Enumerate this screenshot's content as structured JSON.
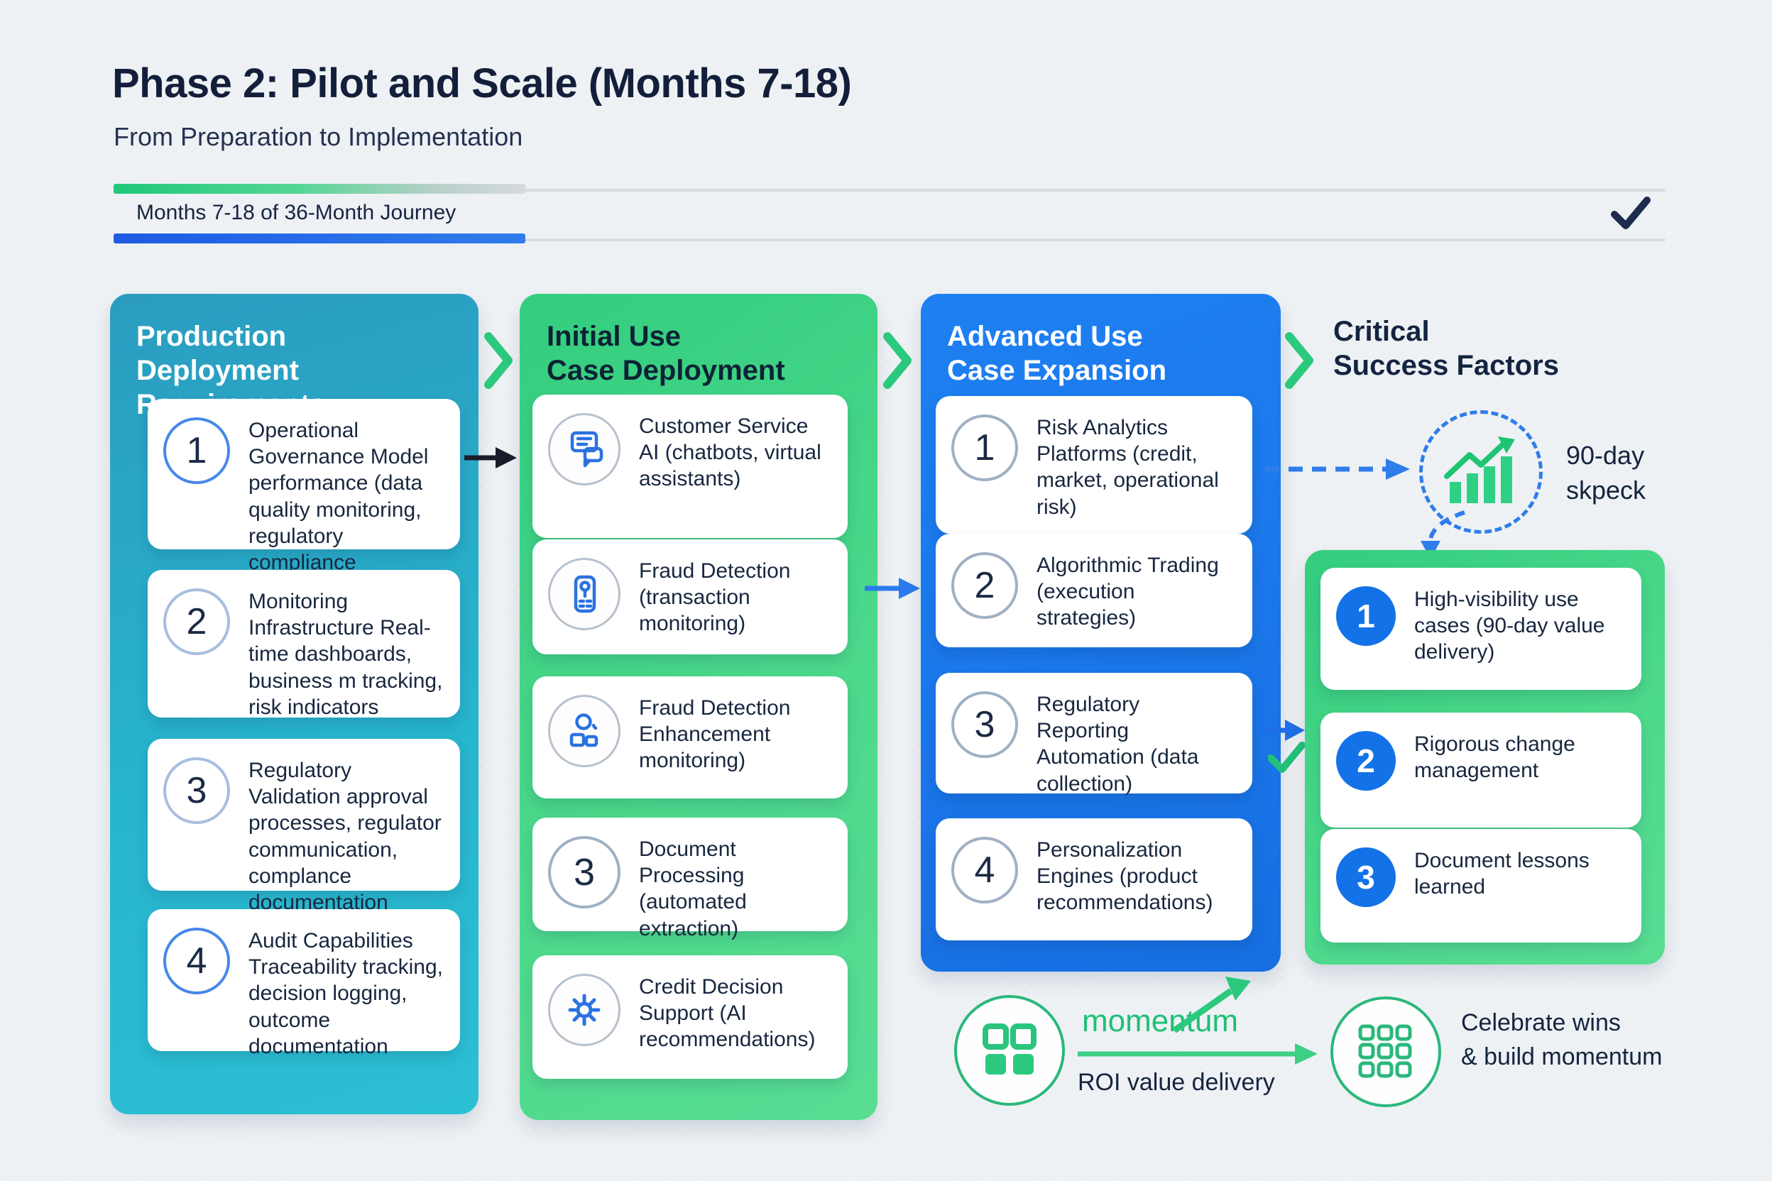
{
  "page": {
    "title": "Phase 2: Pilot and Scale (Months 7-18)",
    "subtitle": "From Preparation to Implementation"
  },
  "progress": {
    "label": "Months 7-18 of 36-Month Journey"
  },
  "columns": [
    {
      "title": "Production\nDeployment Requirements",
      "cards": [
        {
          "number": "1",
          "text": "Operational Governance Model performance (data quality monitoring, regulatory compliance"
        },
        {
          "number": "2",
          "text": "Monitoring Infrastructure Real-time dashboards, business m tracking, risk indicators"
        },
        {
          "number": "3",
          "text": "Regulatory Validation approval processes, regulator communication, complance documentation"
        },
        {
          "number": "4",
          "text": "Audit Capabilities Traceability tracking, decision logging, outcome documentation"
        }
      ]
    },
    {
      "title": "Initial Use\nCase Deployment",
      "cards": [
        {
          "icon": "chat-devices-icon",
          "text": "Customer Service AI (chatbots, virtual assistants)"
        },
        {
          "icon": "phone-monitoring-icon",
          "text": "Fraud Detection (transaction monitoring)"
        },
        {
          "icon": "person-review-icon",
          "text": "Fraud Detection Enhancement monitoring)"
        },
        {
          "number": "3",
          "text": "Document Processing (automated extraction)"
        },
        {
          "icon": "gear-icon",
          "text": "Credit Decision Support (AI recommendations)"
        }
      ]
    },
    {
      "title": "Advanced Use\nCase Expansion",
      "cards": [
        {
          "number": "1",
          "text": "Risk Analytics Platforms (credit, market, operational risk)"
        },
        {
          "number": "2",
          "text": "Algorithmic Trading (execution strategies)"
        },
        {
          "number": "3",
          "text": "Regulatory Reporting Automation (data collection)"
        },
        {
          "number": "4",
          "text": "Personalization Engines (product recommendations)"
        }
      ]
    },
    {
      "title": "Critical\nSuccess Factors",
      "badge": "90-day\nskpeck",
      "cards": [
        {
          "number": "1",
          "text": "High-visibility use cases (90-day value delivery)"
        },
        {
          "number": "2",
          "text": "Rigorous change management"
        },
        {
          "number": "3",
          "text": "Document lessons learned"
        }
      ]
    }
  ],
  "footer": {
    "momentum": "momentum",
    "roi": "ROI value delivery",
    "celebrate": "Celebrate wins\n& build momentum"
  },
  "colors": {
    "teal": "#28a7c6",
    "green": "#3bd386",
    "blue": "#1d7bf0",
    "navy": "#16243f",
    "accent_green": "#2bc97e",
    "accent_blue": "#2b7bec"
  }
}
